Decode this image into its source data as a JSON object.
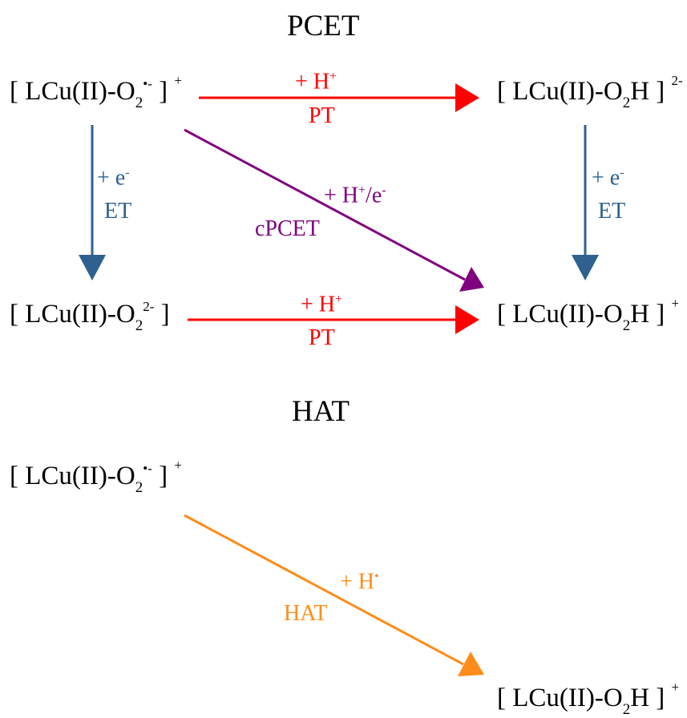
{
  "titles": {
    "pcet": "PCET",
    "hat": "HAT"
  },
  "species": {
    "prefix": "[ LCu(II)-O",
    "sub2": "2",
    "superoxide_dot": "•-",
    "peroxide": "2-",
    "close_bracket": " ]",
    "hydro_tail": "H ]",
    "charge_plus": "+",
    "charge_2minus": "2-"
  },
  "labels": {
    "plus_h": "+ H",
    "h_sup": "+",
    "pt": "PT",
    "plus_e": "+ e",
    "e_sup": "-",
    "et": "ET",
    "cpcet_sym": "+ H",
    "cpcet_mid": "/e",
    "cpcet": "cPCET",
    "hat_sym": "+ H",
    "hat_dot": "•",
    "hat": "HAT"
  },
  "colors": {
    "pt": "#ff0000",
    "et": "#2e6190",
    "cpcet": "#800080",
    "hat": "#ff8c1a"
  }
}
